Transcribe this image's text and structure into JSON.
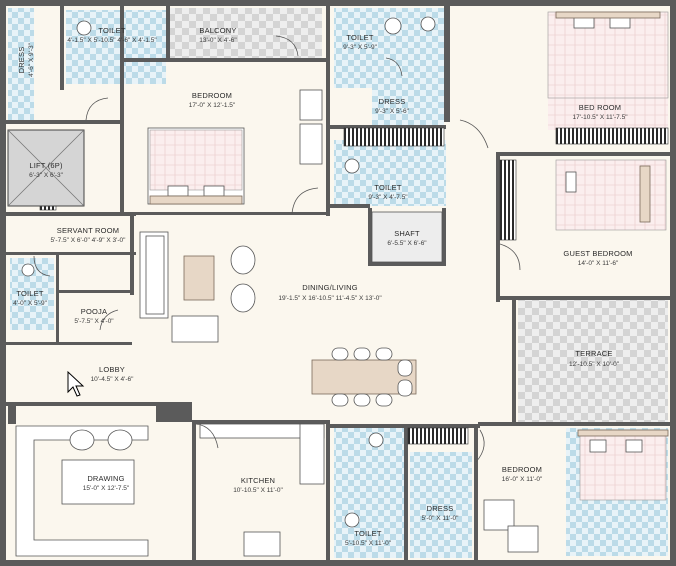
{
  "rooms": {
    "toilet_top_left": {
      "label": "TOILET",
      "dims": "4'-1.5\" X 5'-10.5\" 4'-6\" X 4'-1.5\""
    },
    "dress_left": {
      "label": "DRESS",
      "dims": "4'-6\" X 9'-3\""
    },
    "balcony": {
      "label": "BALCONY",
      "dims": "13'-0\" X 4'-6\""
    },
    "bedroom_top": {
      "label": "BEDROOM",
      "dims": "17'-0\" X 12'-1.5\""
    },
    "lift": {
      "label": "LIFT (6P)",
      "dims": "6'-3\" X 6'-3\""
    },
    "toilet_top_center": {
      "label": "TOILET",
      "dims": "9'-3\" X 5'-9\""
    },
    "dress_center": {
      "label": "DRESS",
      "dims": "9'-3\" X 5'-6\""
    },
    "toilet_mid_center": {
      "label": "TOILET",
      "dims": "9'-3\" X 4'-7.5\""
    },
    "shaft": {
      "label": "SHAFT",
      "dims": "6'-5.5\" X 6'-6\""
    },
    "bedroom_top_right": {
      "label": "BED ROOM",
      "dims": "17'-10.5\" X 11'-7.5\""
    },
    "guest_bedroom": {
      "label": "GUEST BEDROOM",
      "dims": "14'-0\" X 11'-6\""
    },
    "servant_room": {
      "label": "SERVANT ROOM",
      "dims": "5'-7.5\" X 6'-0\" 4'-9\" X 3'-0\""
    },
    "toilet_left": {
      "label": "TOILET",
      "dims": "4'-0\" X 5'-9\""
    },
    "pooja": {
      "label": "POOJA",
      "dims": "5'-7.5\" X 4'-0\""
    },
    "dining_living": {
      "label": "DINING/LIVING",
      "dims": "19'-1.5\" X 16'-10.5\" 11'-4.5\" X 13'-0\""
    },
    "terrace": {
      "label": "TERRACE",
      "dims": "12'-10.5\" X 10'-0\""
    },
    "lobby": {
      "label": "LOBBY",
      "dims": "10'-4.5\" X 4'-6\""
    },
    "drawing": {
      "label": "DRAWING",
      "dims": "15'-0\" X 12'-7.5\""
    },
    "kitchen": {
      "label": "KITCHEN",
      "dims": "10'-10.5\" X 11'-0\""
    },
    "toilet_bottom": {
      "label": "TOILET",
      "dims": "5'-10.5\" X 11'-0\""
    },
    "dress_bottom": {
      "label": "DRESS",
      "dims": "5'-0\" X 11'-0\""
    },
    "bedroom_bottom": {
      "label": "BEDROOM",
      "dims": "16'-0\" X 11'-0\""
    }
  },
  "colors": {
    "floor": "#fbf7ee",
    "wall": "#5b5b5b",
    "tile_blue": "#bcdbe8",
    "tile_grey": "#d6d6d6",
    "bed_sheet": "#f5d9d9",
    "wood": "#e7d7c6"
  }
}
